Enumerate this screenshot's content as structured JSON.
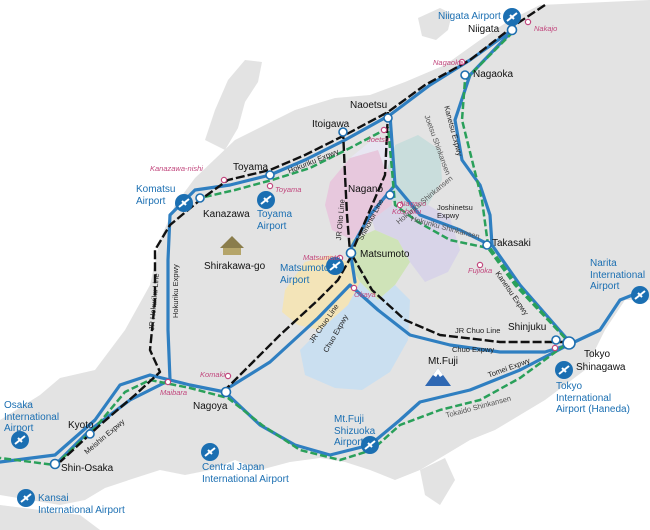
{
  "cities": {
    "niigata": "Niigata",
    "nagaoka": "Nagaoka",
    "naoetsu": "Naoetsu",
    "itoigawa": "Itoigawa",
    "toyama": "Toyama",
    "kanazawa": "Kanazawa",
    "nagano": "Nagano",
    "matsumoto": "Matsumoto",
    "takasaki": "Takasaki",
    "shinjuku": "Shinjuku",
    "tokyo": "Tokyo",
    "shinagawa": "Shinagawa",
    "nagoya": "Nagoya",
    "kyoto": "Kyoto",
    "shin_osaka": "Shin-Osaka",
    "shirakawa_go": "Shirakawa-go",
    "mt_fuji": "Mt.Fuji"
  },
  "minor_stations": {
    "nakajo": "Nakajo",
    "nagaoka": "Nagaoka",
    "joetsu": "Joetsu",
    "kanazawa_nishi": "Kanazawa-nishi",
    "toyama": "Toyama",
    "nagano": "Nagano",
    "koshoku": "Koshoku",
    "matsumoto": "Matsumoto",
    "okaya": "Okaya",
    "fujioka": "Fujioka",
    "komaki": "Komaki",
    "maibara": "Maibara"
  },
  "airports": {
    "niigata": "Niigata Airport",
    "komatsu": "Komatsu\nAirport",
    "toyama": "Toyama\nAirport",
    "matsumoto": "Matsumoto\nAirport",
    "narita": "Narita\nInternational\nAirport",
    "haneda": "Tokyo\nInternational\nAirport (Haneda)",
    "shizuoka": "Mt.Fuji\nShizuoka\nAirport",
    "chubu": "Central Japan\nInternational Airport",
    "itami": "Osaka\nInternational\nAirport",
    "kansai": "Kansai\nInternational Airport"
  },
  "routes": {
    "kanetsu_expwy": "Kanetsu Expwy",
    "hokuriku_expwy": "Hokuriku Expwy",
    "jr_oito_line": "JR Oito Line",
    "shinonoi_line": "Shinonoi Line",
    "joshinetsu_expwy": "Joshinetsu\nExpwy",
    "hokuriku_shinkansen_1": "Hokuriku Shinkansen",
    "joetsu_shinkansen": "Joetsu Shinkansen",
    "hokuriku_shinkansen_2": "Hokuriku Shinkansen",
    "kanetsu_expwy_2": "Kanetsu Expwy",
    "jr_hokuriku_line": "JR Hokuriku Line",
    "hokuriku_expwy_2": "Hokuriku Expwy",
    "jr_chuo_line": "JR Chuo Line",
    "jr_chuo_line_2": "JR Chuo Line",
    "chuo_expwy": "Chuo Expwy",
    "chuo_expwy_2": "Chuo Expwy",
    "tomei_expwy": "Tomei Expwy",
    "tokaido_shinkansen": "Tokaido Shinkansen",
    "meishin_expwy": "Meishin Expwy"
  },
  "colors": {
    "expressway": "#2f7fc1",
    "shinkansen": "#2aa05a",
    "jr_line": "#111111",
    "land": "#e2e2e2",
    "airport": "#1b6fb2",
    "minor_station": "#c2487e"
  },
  "icons": [
    "airport-icon",
    "station-marker-icon",
    "mountain-icon",
    "heritage-house-icon"
  ]
}
